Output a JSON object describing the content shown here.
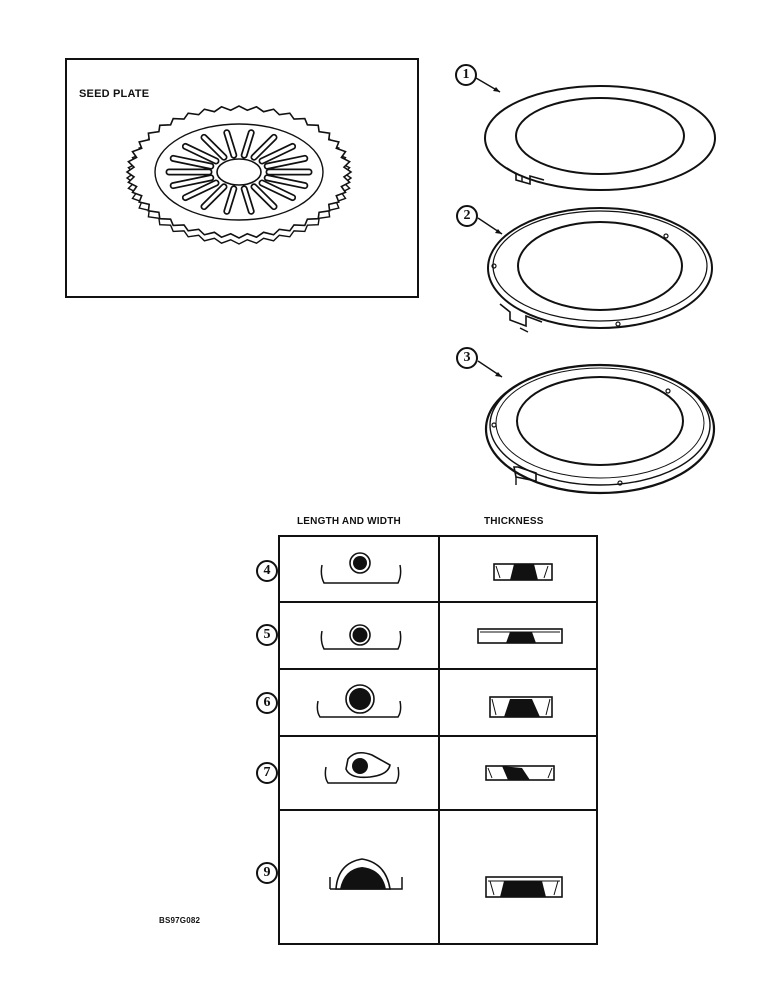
{
  "seed_plate": {
    "title": "SEED PLATE"
  },
  "rings": [
    {
      "number": "1"
    },
    {
      "number": "2"
    },
    {
      "number": "3"
    }
  ],
  "table": {
    "headers": {
      "length_width": "LENGTH AND WIDTH",
      "thickness": "THICKNESS"
    },
    "rows": [
      {
        "number": "4"
      },
      {
        "number": "5"
      },
      {
        "number": "6"
      },
      {
        "number": "7"
      },
      {
        "number": "9"
      }
    ]
  },
  "figure_id": "BS97G082"
}
